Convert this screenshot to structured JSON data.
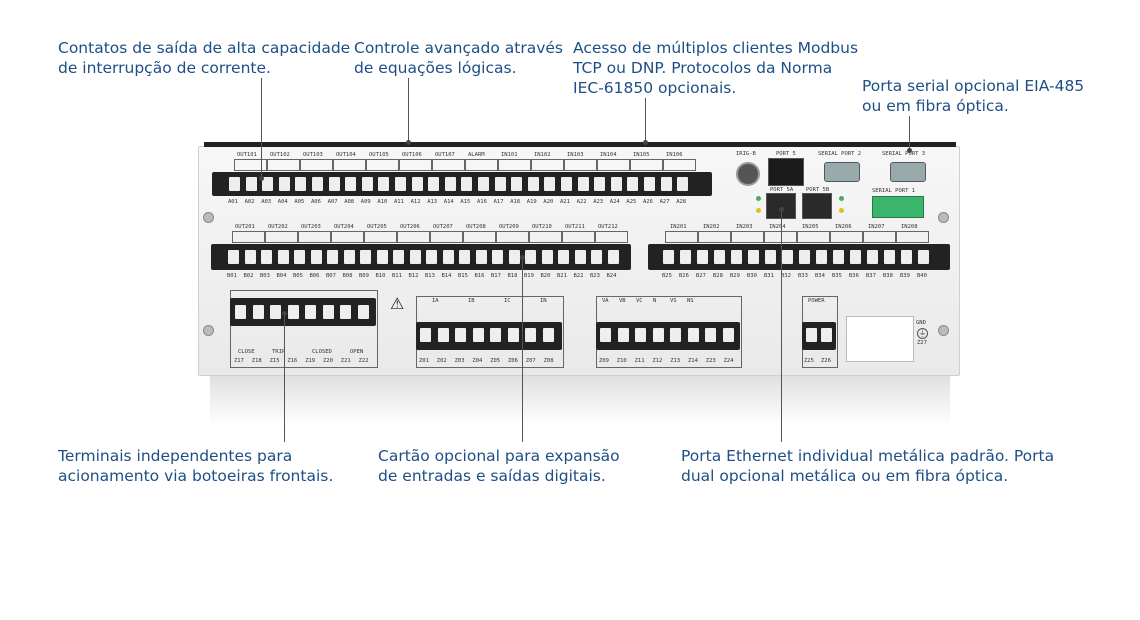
{
  "callouts": {
    "c1": [
      "Contatos de saída de alta capacidade",
      "de interrupção de corrente."
    ],
    "c2": [
      "Controle avançado através",
      "de equações lógicas."
    ],
    "c3": [
      "Acesso de múltiplos clientes Modbus",
      "TCP ou DNP. Protocolos da Norma",
      "IEC-61850 opcionais."
    ],
    "c4": [
      "Porta serial opcional EIA-485",
      "ou em fibra óptica."
    ],
    "c5": [
      "Terminais independentes para",
      "acionamento via botoeiras frontais."
    ],
    "c6": [
      "Cartão opcional para expansão",
      "de entradas e saídas digitais."
    ],
    "c7": [
      "Porta Ethernet individual metálica padrão. Porta",
      "dual opcional metálica ou em fibra óptica."
    ]
  },
  "device": {
    "row_a_groups": [
      "OUT101",
      "OUT102",
      "OUT103",
      "OUT104",
      "OUT105",
      "OUT106",
      "OUT107",
      "ALARM",
      "IN101",
      "IN102",
      "IN103",
      "IN104",
      "IN105",
      "IN106"
    ],
    "row_a_terms": [
      "A01",
      "A02",
      "A03",
      "A04",
      "A05",
      "A06",
      "A07",
      "A08",
      "A09",
      "A10",
      "A11",
      "A12",
      "A13",
      "A14",
      "A15",
      "A16",
      "A17",
      "A18",
      "A19",
      "A20",
      "A21",
      "A22",
      "A23",
      "A24",
      "A25",
      "A26",
      "A27",
      "A28"
    ],
    "row_b_groups": [
      "OUT201",
      "OUT202",
      "OUT203",
      "OUT204",
      "OUT205",
      "OUT206",
      "OUT207",
      "OUT208",
      "OUT209",
      "OUT210",
      "OUT211",
      "OUT212"
    ],
    "row_b_groups_in": [
      "IN201",
      "IN202",
      "IN203",
      "IN204",
      "IN205",
      "IN206",
      "IN207",
      "IN208"
    ],
    "row_b_terms": [
      "B01",
      "B02",
      "B03",
      "B04",
      "B05",
      "B06",
      "B07",
      "B08",
      "B09",
      "B10",
      "B11",
      "B12",
      "B13",
      "B14",
      "B15",
      "B16",
      "B17",
      "B18",
      "B19",
      "B20",
      "B21",
      "B22",
      "B23",
      "B24"
    ],
    "row_b_terms_in": [
      "B25",
      "B26",
      "B27",
      "B28",
      "B29",
      "B30",
      "B31",
      "B32",
      "B33",
      "B34",
      "B35",
      "B36",
      "B37",
      "B38",
      "B39",
      "B40"
    ],
    "irig": "IRIG-B",
    "port5": "PORT 5",
    "port5a": "PORT 5A",
    "port5b": "PORT 5B",
    "serial2": "SERIAL PORT 2",
    "serial3": "SERIAL PORT 3",
    "serial1": "SERIAL PORT 1",
    "z_left_labels": [
      "CLOSE",
      "TRIP",
      "CLOSED",
      "OPEN"
    ],
    "z_left_terms": [
      "Z17",
      "Z18",
      "Z15",
      "Z16",
      "Z19",
      "Z20",
      "Z21",
      "Z22"
    ],
    "current_labels": [
      "IA",
      "IB",
      "IC",
      "IN"
    ],
    "current_terms": [
      "Z01",
      "Z02",
      "Z03",
      "Z04",
      "Z05",
      "Z06",
      "Z07",
      "Z08"
    ],
    "voltage_labels": [
      "VA",
      "VB",
      "VC",
      "N",
      "VS",
      "NS"
    ],
    "voltage_terms": [
      "Z09",
      "Z10",
      "Z11",
      "Z12",
      "Z13",
      "Z14",
      "Z23",
      "Z24"
    ],
    "power_label": "POWER",
    "power_terms": [
      "Z25",
      "Z26"
    ],
    "gnd_label": "GND",
    "gnd_term": "Z27"
  }
}
